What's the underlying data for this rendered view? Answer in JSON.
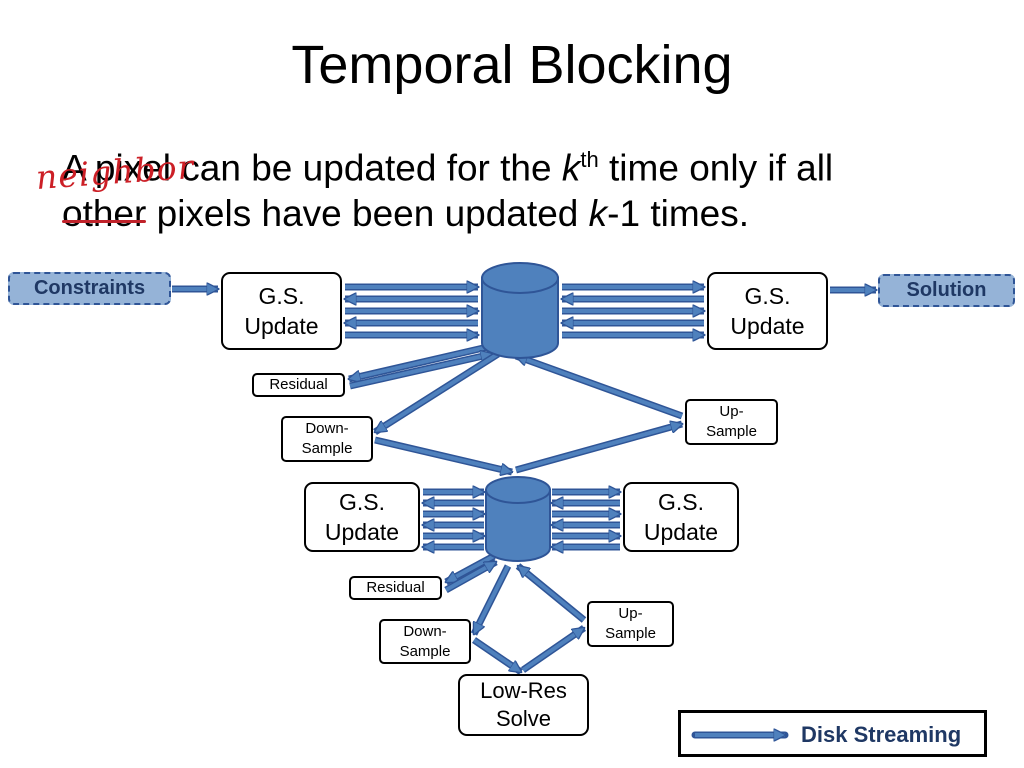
{
  "slide": {
    "title": "Temporal Blocking",
    "line1_before": "A pixel can be updated for the ",
    "line1_k": "k",
    "line1_sup": "th",
    "line1_after": " time only if all",
    "line2_struck": "other",
    "line2_rest": " pixels have been updated ",
    "line2_k": "k",
    "line2_end": "-1 times.",
    "handwritten_correction": "neighbor"
  },
  "diagram": {
    "constraints": "Constraints",
    "solution": "Solution",
    "gs_update": "G.S.\nUpdate",
    "residual": "Residual",
    "down_sample": "Down-\nSample",
    "up_sample": "Up-\nSample",
    "low_res_solve": "Low-Res\nSolve"
  },
  "legend": {
    "label": "Disk Streaming"
  },
  "colors": {
    "arrow_fill": "#4f81bd",
    "arrow_outline": "#2f5597",
    "cylinder_fill": "#4f81bd",
    "dashed_box_fill": "#95b3d7",
    "dashed_box_text": "#1f3864",
    "annotation_red": "#cc1f26"
  }
}
